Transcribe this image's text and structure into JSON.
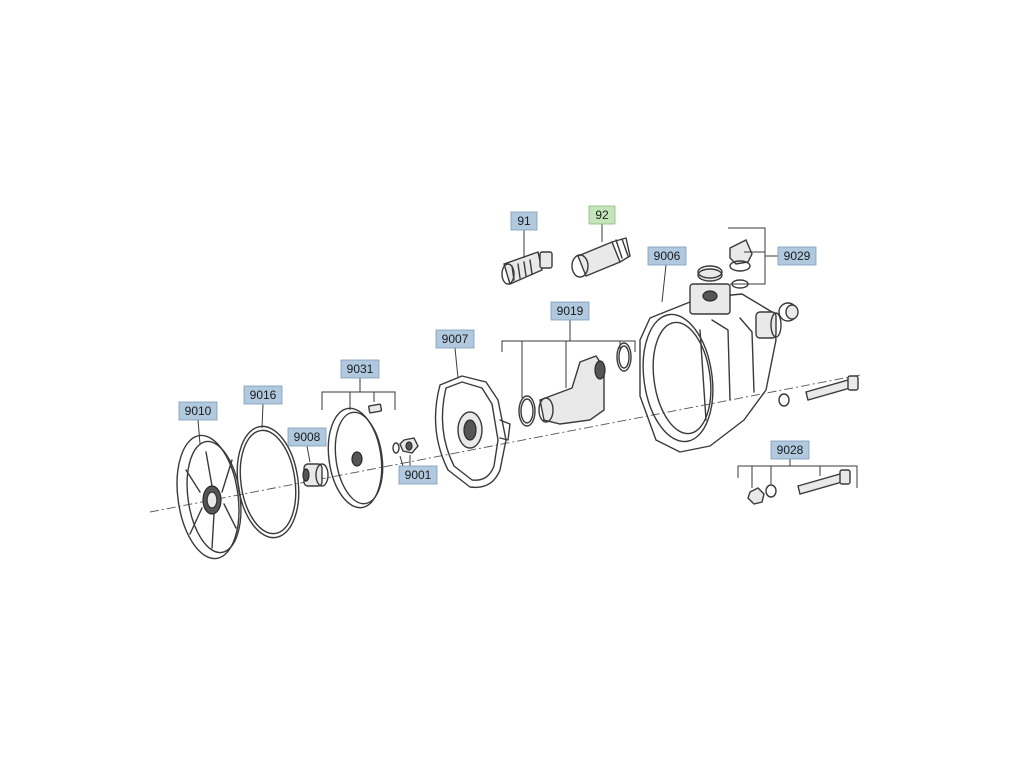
{
  "labels": {
    "p91": "91",
    "p92": "92",
    "p9006": "9006",
    "p9029": "9029",
    "p9019": "9019",
    "p9007": "9007",
    "p9031": "9031",
    "p9016": "9016",
    "p9010": "9010",
    "p9008": "9008",
    "p9001": "9001",
    "p9028": "9028"
  },
  "colors": {
    "label_blue": "#b0c9df",
    "label_green": "#c4e4b9",
    "line": "#3a3a3a"
  }
}
